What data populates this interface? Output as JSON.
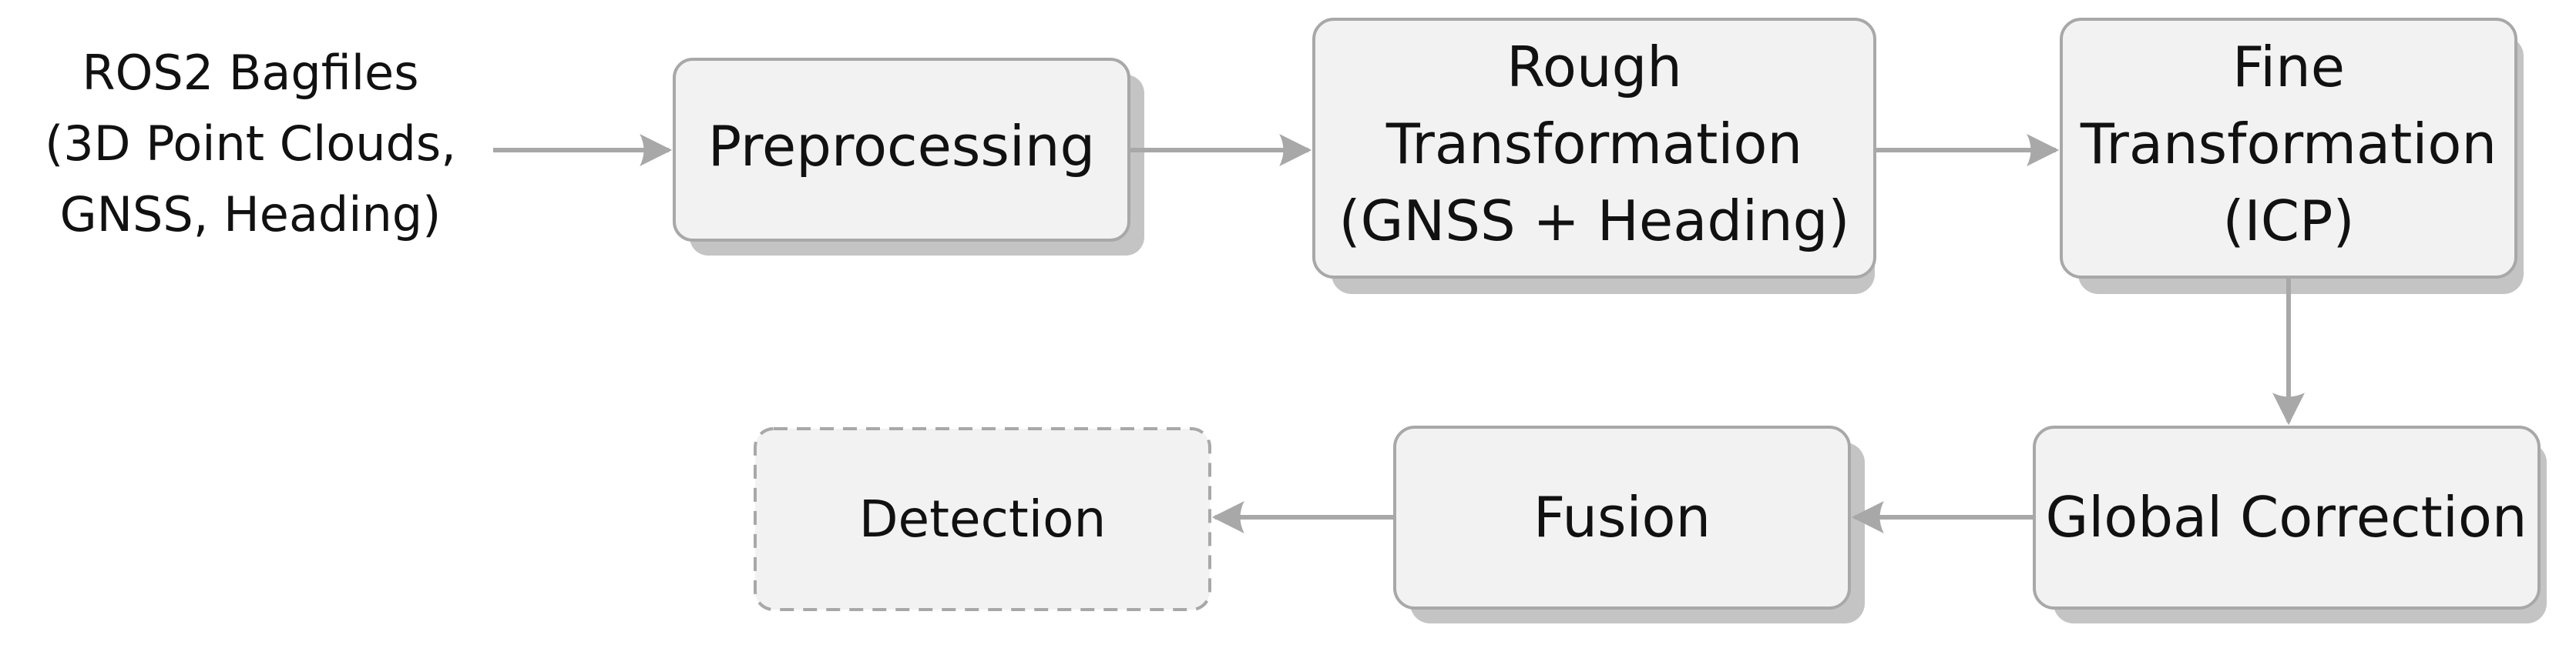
{
  "diagram": {
    "source": {
      "lines": [
        "ROS2 Bagfiles",
        "(3D Point Clouds,",
        "GNSS, Heading)"
      ]
    },
    "nodes": {
      "preprocessing": {
        "lines": [
          "Preprocessing"
        ]
      },
      "rough": {
        "lines": [
          "Rough",
          "Transformation",
          "(GNSS + Heading)"
        ]
      },
      "fine": {
        "lines": [
          "Fine",
          "Transformation",
          "(ICP)"
        ]
      },
      "global": {
        "lines": [
          "Global Correction"
        ]
      },
      "fusion": {
        "lines": [
          "Fusion"
        ]
      },
      "detection": {
        "lines": [
          "Detection"
        ]
      }
    },
    "edges": [
      [
        "source",
        "preprocessing"
      ],
      [
        "preprocessing",
        "rough"
      ],
      [
        "rough",
        "fine"
      ],
      [
        "fine",
        "global"
      ],
      [
        "global",
        "fusion"
      ],
      [
        "fusion",
        "detection"
      ]
    ],
    "colors": {
      "box_fill": "#f2f2f2",
      "box_border": "#a8a8a8",
      "shadow": "#c4c4c4",
      "arrow": "#a8a8a8",
      "text": "#111111"
    }
  }
}
